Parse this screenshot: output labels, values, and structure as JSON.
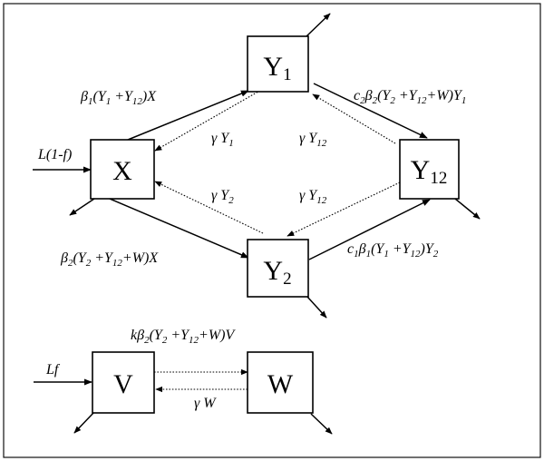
{
  "nodes": {
    "x": {
      "name": "X"
    },
    "y1": {
      "name": "Y",
      "sub": "1"
    },
    "y12": {
      "name": "Y",
      "sub": "12"
    },
    "y2": {
      "name": "Y",
      "sub": "2"
    },
    "v": {
      "name": "V"
    },
    "w": {
      "name": "W"
    }
  },
  "rates": {
    "x_to_y1": [
      {
        "t": "β"
      },
      {
        "t": "1",
        "sub": true
      },
      {
        "t": "(Y"
      },
      {
        "t": "1",
        "sub": true
      },
      {
        "t": " +Y"
      },
      {
        "t": "12",
        "sub": true
      },
      {
        "t": ")X"
      }
    ],
    "y1_to_y12": [
      {
        "t": "c"
      },
      {
        "t": "2",
        "sub": true
      },
      {
        "t": "β"
      },
      {
        "t": "2",
        "sub": true
      },
      {
        "t": "(Y"
      },
      {
        "t": "2",
        "sub": true
      },
      {
        "t": " +Y"
      },
      {
        "t": "12",
        "sub": true
      },
      {
        "t": "+W)Y"
      },
      {
        "t": "1",
        "sub": true
      }
    ],
    "y1_to_x": [
      {
        "t": "γ Y"
      },
      {
        "t": "1",
        "sub": true
      }
    ],
    "y12_to_y1": [
      {
        "t": "γ Y"
      },
      {
        "t": "12",
        "sub": true
      }
    ],
    "y2_to_x": [
      {
        "t": "γ Y"
      },
      {
        "t": "2",
        "sub": true
      }
    ],
    "y12_to_y2": [
      {
        "t": "γ Y"
      },
      {
        "t": "12",
        "sub": true
      }
    ],
    "x_to_y2": [
      {
        "t": "β"
      },
      {
        "t": "2",
        "sub": true
      },
      {
        "t": "(Y"
      },
      {
        "t": "2",
        "sub": true
      },
      {
        "t": " +Y"
      },
      {
        "t": "12",
        "sub": true
      },
      {
        "t": "+W)X"
      }
    ],
    "y2_to_y12": [
      {
        "t": "c"
      },
      {
        "t": "1",
        "sub": true
      },
      {
        "t": "β"
      },
      {
        "t": "1",
        "sub": true
      },
      {
        "t": "(Y"
      },
      {
        "t": "1",
        "sub": true
      },
      {
        "t": " +Y"
      },
      {
        "t": "12",
        "sub": true
      },
      {
        "t": ")Y"
      },
      {
        "t": "2",
        "sub": true
      }
    ],
    "inflow_x": [
      {
        "t": "L(1-f)"
      }
    ],
    "v_to_w": [
      {
        "t": "kβ"
      },
      {
        "t": "2",
        "sub": true
      },
      {
        "t": "(Y"
      },
      {
        "t": "2",
        "sub": true
      },
      {
        "t": " +Y"
      },
      {
        "t": "12",
        "sub": true
      },
      {
        "t": "+W)V"
      }
    ],
    "w_to_v": [
      {
        "t": "γ W"
      }
    ],
    "inflow_v": [
      {
        "t": "Lf"
      }
    ]
  }
}
